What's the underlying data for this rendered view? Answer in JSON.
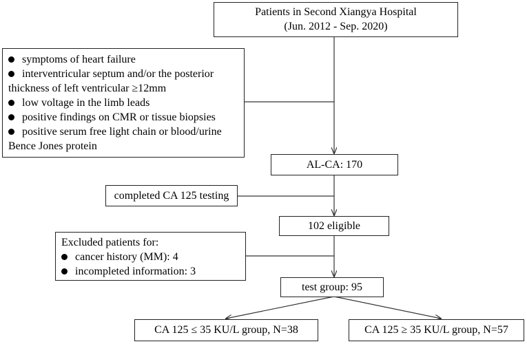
{
  "source": {
    "line1": "Patients in Second Xiangya Hospital",
    "line2": "(Jun. 2012 - Sep. 2020)"
  },
  "criteria": {
    "items": [
      {
        "line1": "symptoms of heart failure"
      },
      {
        "line1": " interventricular septum and/or the posterior",
        "line2": "thickness of left ventricular ≥12mm"
      },
      {
        "line1": "low voltage in the limb leads"
      },
      {
        "line1": "positive findings on CMR or tissue biopsies"
      },
      {
        "line1": "positive serum free light chain or blood/urine",
        "line2": "Bence Jones protein"
      }
    ]
  },
  "alca": "AL-CA: 170",
  "ca125_testing": "completed CA 125 testing",
  "eligible": "102 eligible",
  "excluded": {
    "title": "Excluded patients for:",
    "items": [
      "cancer history (MM): 4",
      "incompleted information: 3"
    ]
  },
  "test_group": "test group: 95",
  "group_low": "CA 125 ≤ 35 KU/L group, N=38",
  "group_high": "CA 125 ≥ 35 KU/L group, N=57"
}
